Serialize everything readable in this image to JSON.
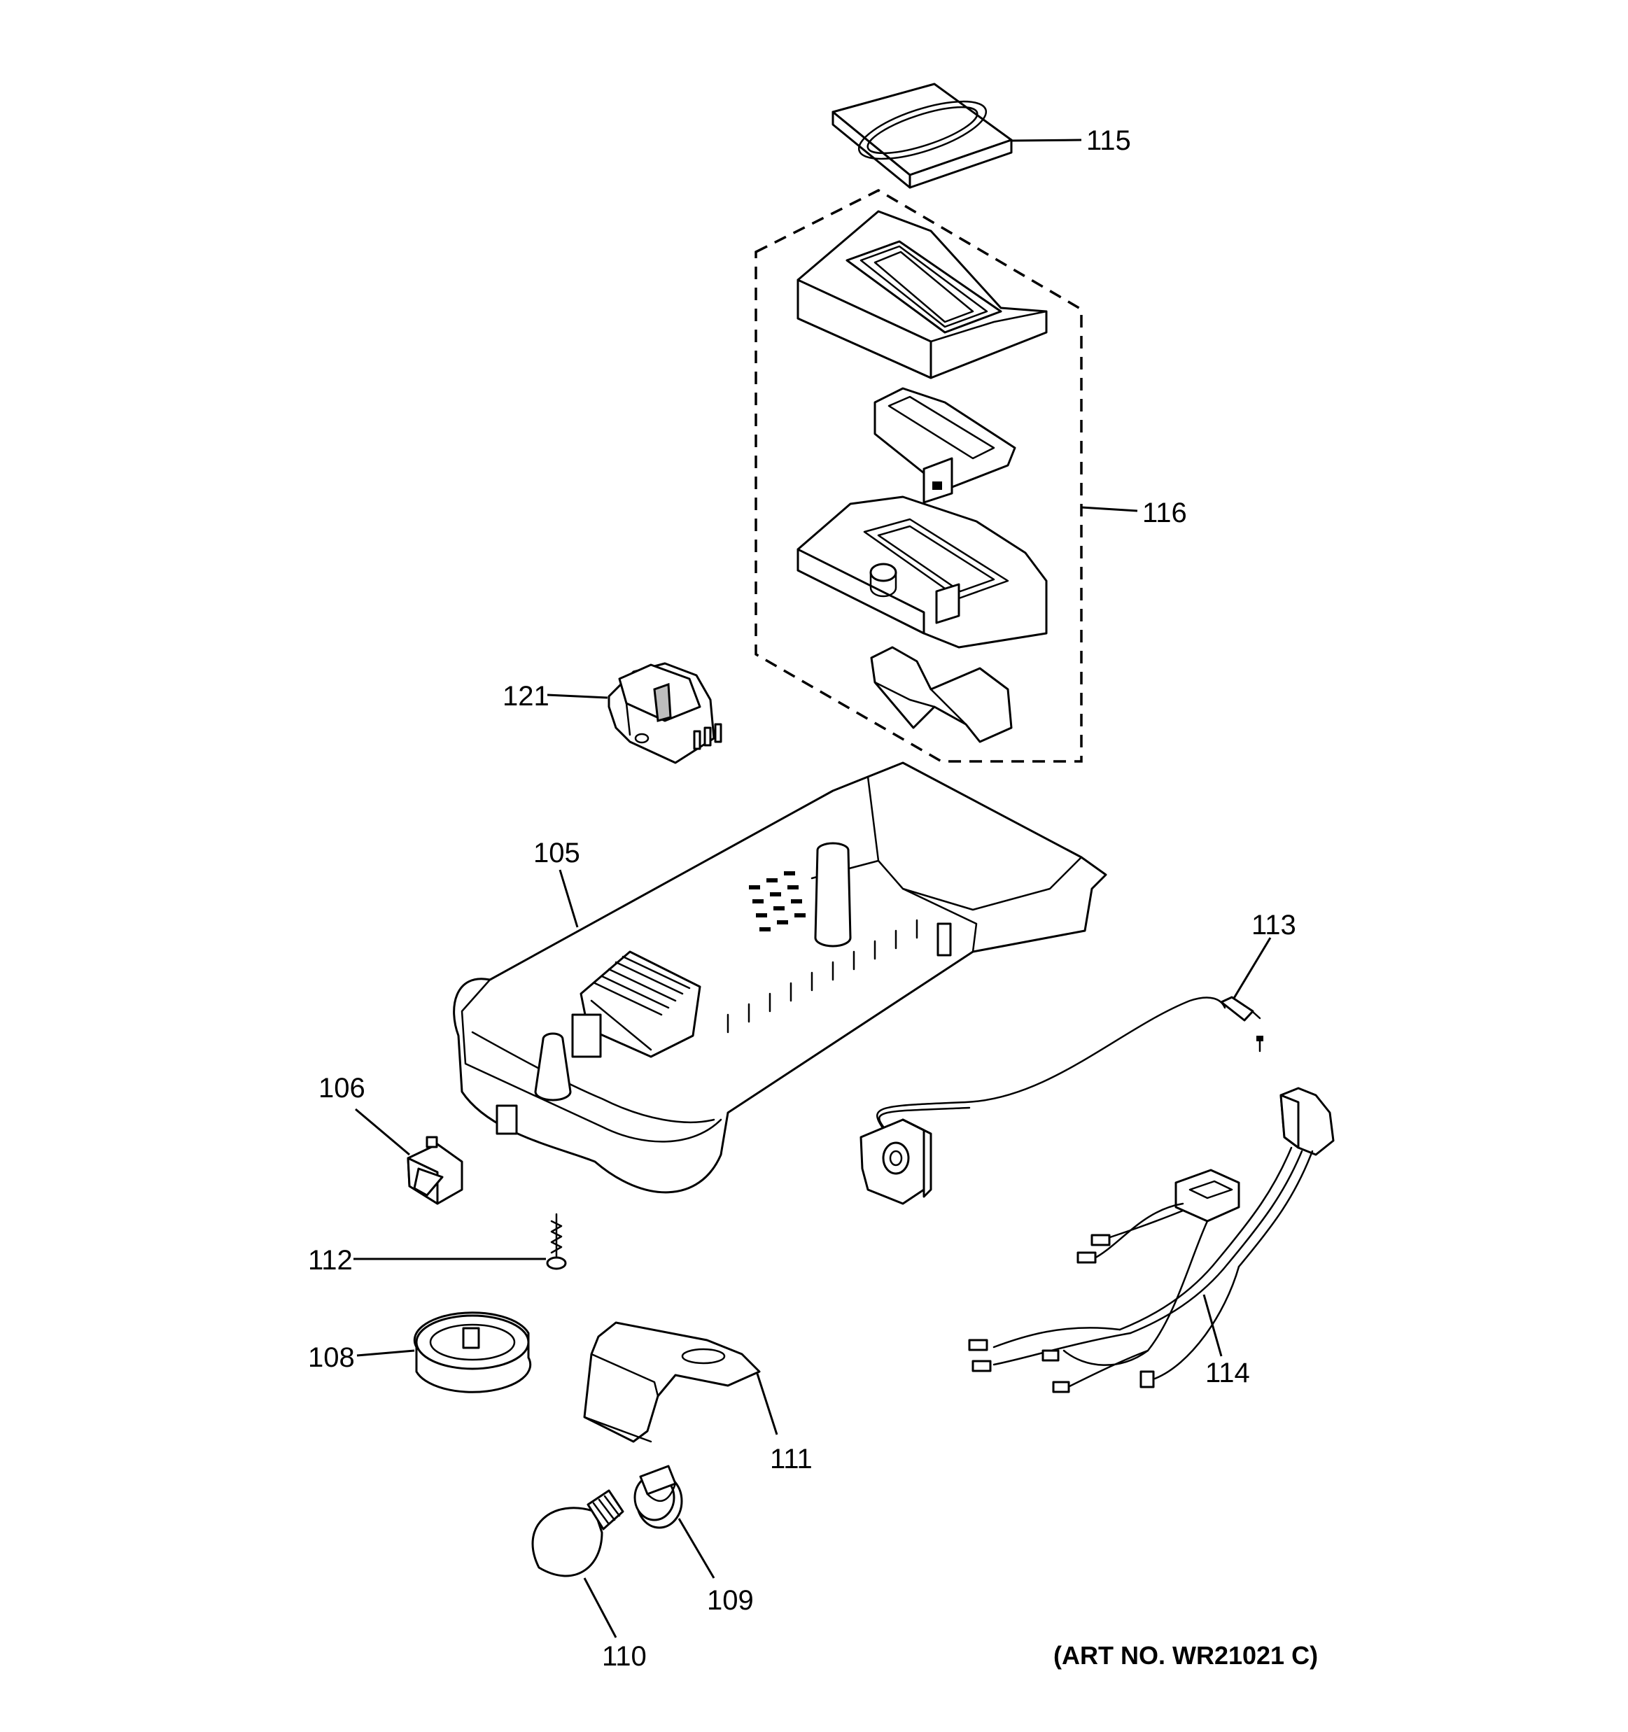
{
  "callouts": {
    "c115": "115",
    "c116": "116",
    "c121": "121",
    "c105": "105",
    "c113": "113",
    "c106": "106",
    "c112": "112",
    "c108": "108",
    "c111": "111",
    "c114": "114",
    "c109": "109",
    "c110": "110"
  },
  "art_number": "(ART NO. WR21021 C)"
}
